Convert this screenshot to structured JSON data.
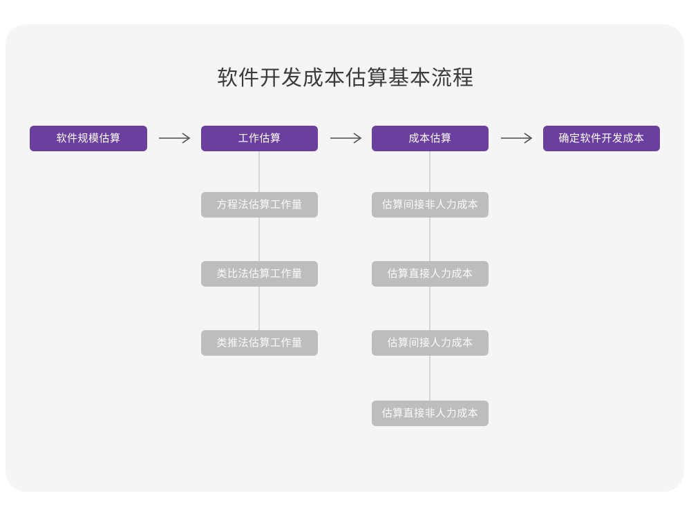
{
  "page": {
    "title": "软件开发成本估算基本流程",
    "background_color": "#ffffff",
    "card_color": "#f5f5f5",
    "primary_color": "#6b3f9e",
    "secondary_color": "#bdbdbd",
    "connector_color": "#d6d6d6",
    "title_color": "#3b3b3b"
  },
  "flow": {
    "type": "flowchart",
    "main_steps": [
      {
        "label": "软件规模估算"
      },
      {
        "label": "工作估算"
      },
      {
        "label": "成本估算"
      },
      {
        "label": "确定软件开发成本"
      }
    ],
    "arrows": [
      {
        "glyph": "⟶"
      },
      {
        "glyph": "⟶"
      },
      {
        "glyph": "⟶"
      }
    ],
    "sub_groups": [
      {
        "parent": "工作估算",
        "items": [
          {
            "label": "方程法估算工作量"
          },
          {
            "label": "类比法估算工作量"
          },
          {
            "label": "类推法估算工作量"
          }
        ]
      },
      {
        "parent": "成本估算",
        "items": [
          {
            "label": "估算间接非人力成本"
          },
          {
            "label": "估算直接人力成本"
          },
          {
            "label": "估算间接人力成本"
          },
          {
            "label": "估算直接非人力成本"
          }
        ]
      }
    ]
  }
}
